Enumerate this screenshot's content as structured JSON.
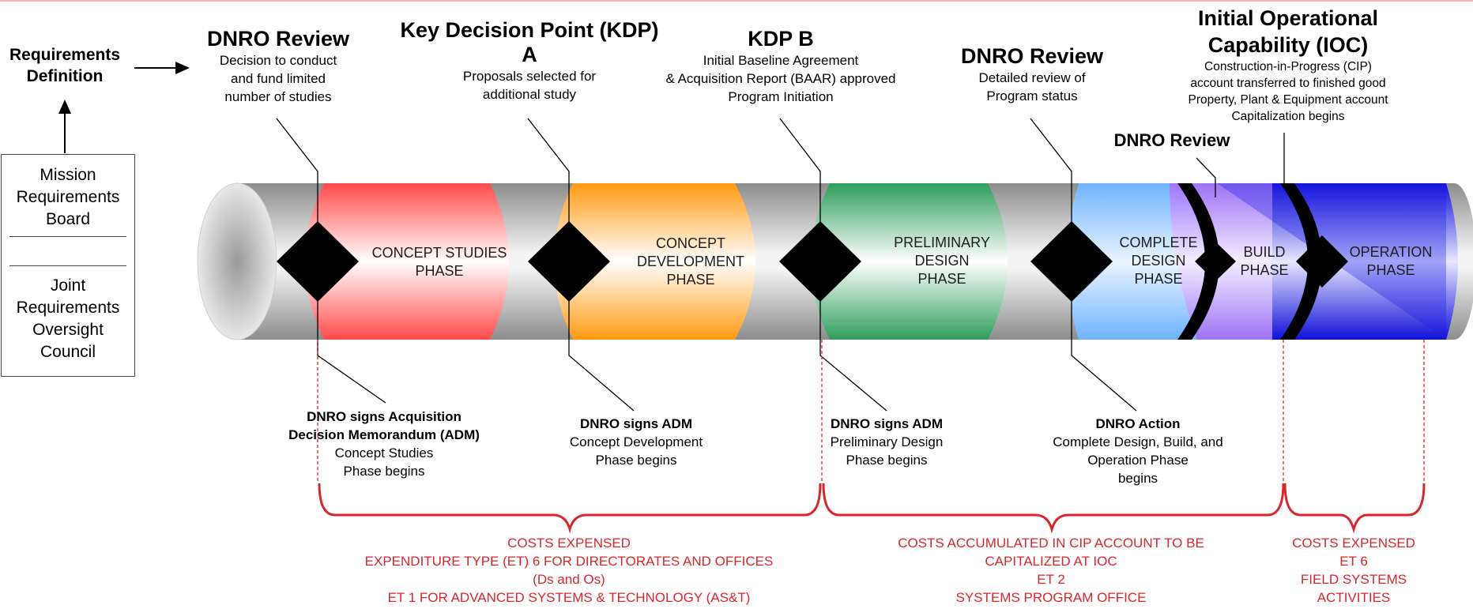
{
  "requirements_definition": "Requirements\nDefinition",
  "board": {
    "top": "Mission\nRequirements\nBoard",
    "bottom": "Joint\nRequirements\nOversight\nCouncil"
  },
  "top_labels": [
    {
      "title": "DNRO Review",
      "text": "Decision to conduct\nand fund limited\nnumber of studies"
    },
    {
      "title": "Key Decision Point (KDP)\nA",
      "text": "Proposals selected for\nadditional study"
    },
    {
      "title": "KDP B",
      "text": "Initial Baseline Agreement\n& Acquisition Report (BAAR) approved\nProgram Initiation"
    },
    {
      "title": "DNRO Review",
      "text": "Detailed review of\nProgram status"
    },
    {
      "title": "Initial Operational\nCapability (IOC)",
      "text": "Construction-in-Progress (CIP)\naccount transferred to finished good\nProperty, Plant & Equipment account\nCapitalization begins"
    },
    {
      "title": "DNRO Review",
      "text": ""
    }
  ],
  "phases": [
    {
      "label": "CONCEPT STUDIES\nPHASE",
      "color": "#ff5a5a"
    },
    {
      "label": "CONCEPT\nDEVELOPMENT\nPHASE",
      "color": "#ff9f1a"
    },
    {
      "label": "PRELIMINARY\nDESIGN\nPHASE",
      "color": "#2e9e5b"
    },
    {
      "label": "COMPLETE\nDESIGN\nPHASE",
      "color": "#8fc6ff"
    },
    {
      "label": "BUILD\nPHASE",
      "color": "#b58cff"
    },
    {
      "label": "OPERATION\nPHASE",
      "color": "#1f1fe0"
    }
  ],
  "bottom_labels": [
    {
      "title": "DNRO signs Acquisition\nDecision Memorandum (ADM)",
      "text": "Concept Studies\nPhase begins"
    },
    {
      "title": "DNRO signs ADM",
      "text": "Concept Development\nPhase begins"
    },
    {
      "title": "DNRO signs ADM",
      "text": "Preliminary Design\nPhase begins"
    },
    {
      "title": "DNRO Action",
      "text": "Complete Design, Build, and\nOperation Phase\nbegins"
    }
  ],
  "costs": [
    "COSTS EXPENSED\nEXPENDITURE TYPE (ET) 6 FOR DIRECTORATES AND OFFICES\n(Ds and Os)\nET 1 FOR ADVANCED SYSTEMS & TECHNOLOGY (AS&T)",
    "COSTS ACCUMULATED IN CIP ACCOUNT TO BE\nCAPITALIZED AT IOC\nET 2\nSYSTEMS PROGRAM OFFICE",
    "COSTS EXPENSED\nET 6\nFIELD SYSTEMS\nACTIVITIES"
  ],
  "colors": {
    "cost_red": "#d9262e",
    "tube_gray": "#bdbdbd",
    "milestone": "#000000"
  }
}
